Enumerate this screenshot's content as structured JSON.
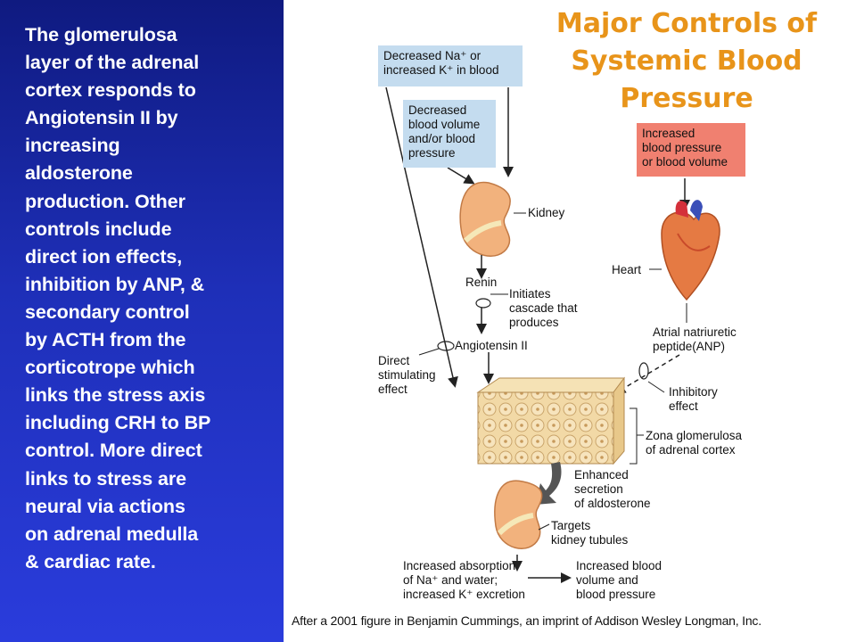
{
  "sidebar": {
    "text": "The glomerulosa\nlayer of the adrenal\ncortex responds to\nAngiotensin II by\nincreasing\naldosterone\nproduction.  Other\ncontrols include\ndirect ion effects,\ninhibition by ANP, &\nsecondary control\nby ACTH from the\ncorticotrope which\nlinks the stress axis\nincluding CRH to BP\ncontrol.  More direct\nlinks to stress are\nneural via actions\non adrenal medulla\n& cardiac rate."
  },
  "diagram": {
    "title": "Major Controls of\nSystemic Blood\nPressure",
    "box_na_k": "Decreased Na⁺ or\nincreased K⁺ in blood",
    "box_volume": "Decreased\nblood volume\nand/or blood\npressure",
    "box_increased": "Increased\nblood pressure\nor blood volume",
    "kidney": "Kidney",
    "renin": "Renin",
    "initiates": "Initiates\ncascade that\nproduces",
    "angiotensin": "Angiotensin II",
    "heart": "Heart",
    "anp": "Atrial natriuretic\npeptide(ANP)",
    "direct": "Direct\nstimulating\neffect",
    "inhibitory": "Inhibitory\neffect",
    "zona": "Zona glomerulosa\nof adrenal cortex",
    "enhanced": "Enhanced\nsecretion\nof aldosterone",
    "targets": "Targets\nkidney tubules",
    "absorption": "Increased absorption\nof Na⁺ and water;\nincreased K⁺ excretion",
    "result": "Increased blood\nvolume and\nblood pressure",
    "credit": "After a 2001 figure in Benjamin Cummings, an imprint of Addison Wesley Longman, Inc."
  },
  "colors": {
    "panel_blue": "#1e2fb8",
    "title_orange": "#e8941a",
    "box_blue": "#c4dcef",
    "box_red": "#f08070"
  }
}
